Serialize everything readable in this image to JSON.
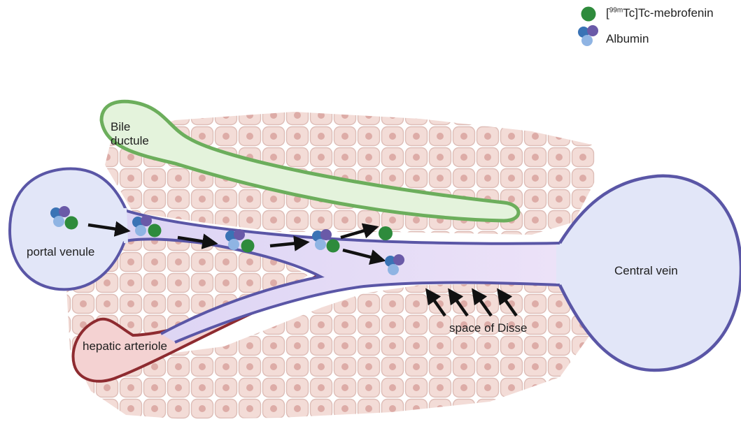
{
  "legend": {
    "mebrofenin": {
      "prefix": "[",
      "superscript": "99m",
      "suffix": "Tc]Tc-mebrofenin",
      "color": "#2e8b3c"
    },
    "albumin": {
      "label": "Albumin",
      "colors": [
        "#3a73b5",
        "#6a5aa8",
        "#8fb4e3"
      ]
    }
  },
  "labels": {
    "bile_ductule": [
      "Bile",
      "ductule"
    ],
    "portal_venule": "portal venule",
    "central_vein": "Central vein",
    "space_of_disse": "space of Disse",
    "hepatic_arteriole": "hepatic arteriole"
  },
  "colors": {
    "vessel_outline": "#5a56a6",
    "vessel_fill": "#e2e6f8",
    "sinusoid_fill": "#e9dbf6",
    "bile_outline": "#6cae5c",
    "bile_fill": "#e4f3dc",
    "arteriole_outline": "#8e2b30",
    "arteriole_fill": "#f4d2d2",
    "hepatocyte_fill": "#f2dad5",
    "hepatocyte_stroke": "#dcbab3",
    "hepatocyte_nucleus": "#dba8a2",
    "arrow": "#111111"
  }
}
